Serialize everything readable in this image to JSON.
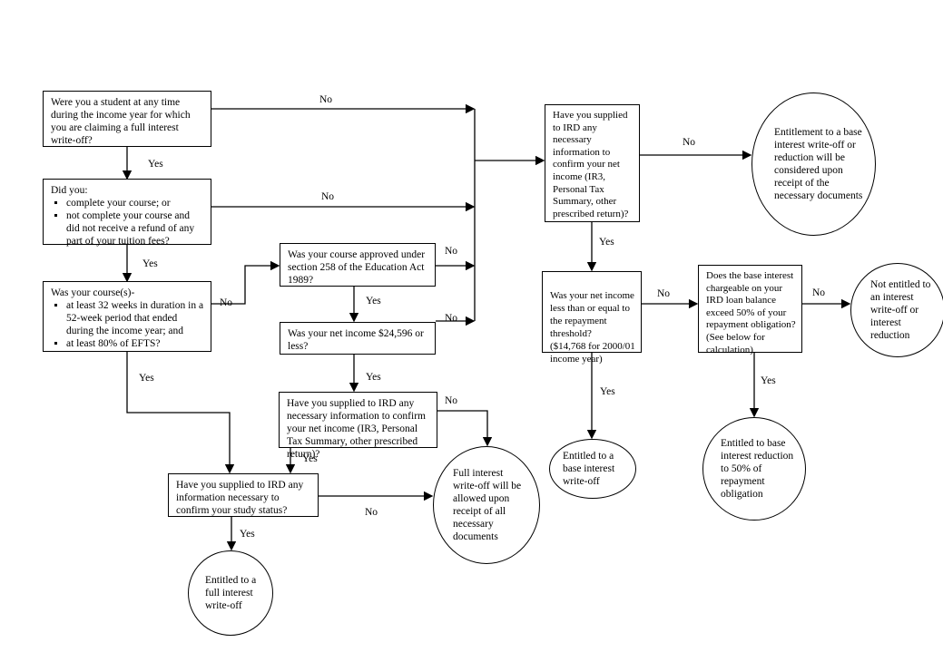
{
  "diagram": {
    "kind": "flowchart",
    "colors": {
      "background": "#ffffff",
      "line": "#000000",
      "node_border": "#000000",
      "node_fill": "#ffffff"
    }
  },
  "labels": {
    "yes": "Yes",
    "no": "No"
  },
  "nodes": {
    "student": {
      "text": "Were you a student at any time during the income year for which you are claiming a full interest write-off?"
    },
    "did_you": {
      "title": "Did you:",
      "bullets": [
        "complete your course; or",
        "not complete your course and did not receive a refund of any part of your tuition fees?"
      ]
    },
    "course": {
      "title": "Was your course(s)-",
      "bullets": [
        "at least 32 weeks in duration in a 52-week period that ended during the income year; and",
        "at least 80% of EFTS?"
      ]
    },
    "approved": {
      "text": "Was your course approved under section 258 of the Education Act 1989?"
    },
    "income24596": {
      "text": "Was your net income $24,596 or less?"
    },
    "supplied_income_mid": {
      "text": "Have you supplied to IRD any necessary information to confirm your net income (IR3, Personal Tax Summary, other prescribed return)?"
    },
    "study_status": {
      "text": "Have you supplied to IRD any information necessary to confirm your study status?"
    },
    "supplied_income_top": {
      "text": "Have you supplied to IRD any necessary information to confirm your net income (IR3, Personal Tax Summary, other prescribed return)?"
    },
    "threshold": {
      "text": "Was your net income less than or equal to the repayment threshold?\n($14,768 for 2000/01 income year)"
    },
    "base_interest": {
      "text": "Does the base interest chargeable on your IRD loan balance exceed 50% of your repayment obligation? (See below for calculation)"
    },
    "full_writeoff_docs": {
      "text": "Full interest write-off will be allowed upon receipt of all necessary documents"
    },
    "entitled_full": {
      "text": "Entitled to a full interest write-off"
    },
    "entitlement_considered": {
      "text": "Entitlement to a base interest write-off or reduction will be considered upon receipt of the necessary documents"
    },
    "not_entitled": {
      "text": "Not entitled to an interest write-off or interest reduction"
    },
    "entitled_base_writeoff": {
      "text": "Entitled to a base interest write-off"
    },
    "entitled_base_reduction": {
      "text": "Entitled to base interest reduction to 50% of repayment obligation"
    }
  }
}
